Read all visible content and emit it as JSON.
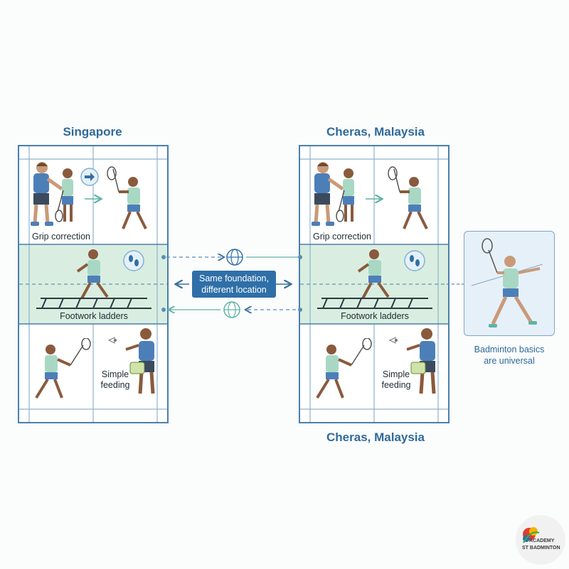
{
  "regions": {
    "left_title": "Singapore",
    "right_title_top": "Cheras, Malaysia",
    "right_title_bottom": "Cheras, Malaysia"
  },
  "panels": {
    "grip": "Grip correction",
    "footwork": "Footwork ladders",
    "feeding": "Simple feeding"
  },
  "center": {
    "line1": "Same foundation,",
    "line2": "different location"
  },
  "side": {
    "caption_line1": "Badminton basics",
    "caption_line2": "are universal"
  },
  "logo": {
    "line1": "ACADEMY",
    "line2": "ST BADMINTON"
  },
  "colors": {
    "court_line": "#4a7fae",
    "accent_teal": "#5fb3a6",
    "band_green": "#d9eee0",
    "title_blue": "#2f6a9a"
  }
}
